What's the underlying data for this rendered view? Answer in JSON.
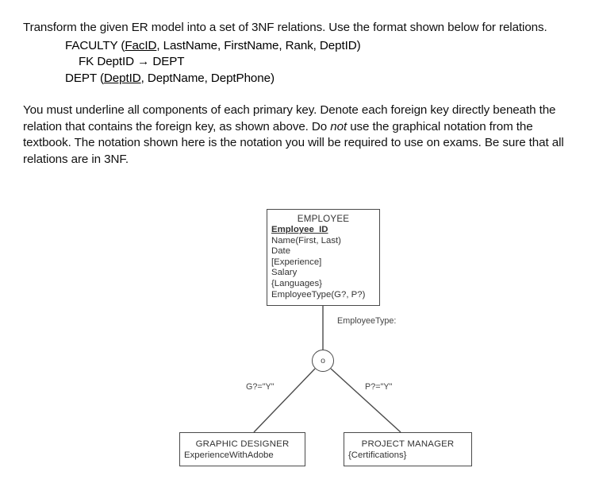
{
  "document": {
    "intro_paragraph": "Transform the given ER model into a set of 3NF relations. Use the format shown below for relations.",
    "relations": {
      "faculty_prefix": "FACULTY (",
      "faculty_pk": "FacID",
      "faculty_suffix": ", LastName, FirstName, Rank, DeptID)",
      "fk_line": "FK DeptID → DEPT",
      "dept_prefix": "DEPT (",
      "dept_pk": "DeptID",
      "dept_suffix": ", DeptName, DeptPhone)"
    },
    "body_part_1": "You must underline all components of each primary key.  Denote each foreign key directly beneath the relation that contains the foreign key, as shown above.  Do ",
    "body_emphasis": "not",
    "body_part_2": " use the graphical notation from the textbook.  The notation shown here is the notation you will be required to use on exams.  Be sure that all relations are in 3NF."
  },
  "diagram": {
    "supertype": {
      "title": "EMPLOYEE",
      "primary_key": "Employee_ID",
      "attributes": [
        "Name(First, Last)",
        "Date",
        "[Experience]",
        "Salary",
        "{Languages}",
        "EmployeeType(G?, P?)"
      ]
    },
    "discriminator": {
      "label": "EmployeeType:",
      "symbol": "o"
    },
    "connectors": {
      "left_condition": "G?=\"Y\"",
      "right_condition": "P?=\"Y\""
    },
    "subtypes": [
      {
        "title": "GRAPHIC DESIGNER",
        "attribute": "ExperienceWithAdobe"
      },
      {
        "title": "PROJECT MANAGER",
        "attribute": "{Certifications}"
      }
    ],
    "colors": {
      "line": "#4a4a4a",
      "text": "#333333",
      "background": "#ffffff"
    }
  }
}
